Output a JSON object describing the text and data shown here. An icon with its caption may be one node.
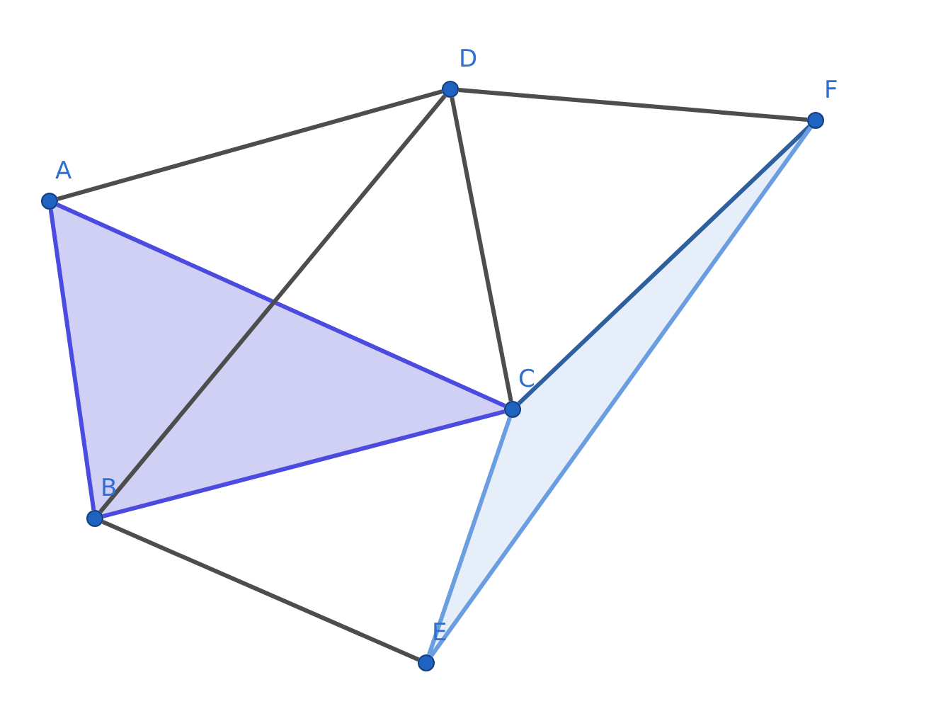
{
  "diagram": {
    "nodes": [
      {
        "text": [
          "A"
        ]
      },
      {
        "text": [
          "B"
        ]
      },
      {
        "text": [
          "C"
        ]
      },
      {
        "text": [
          "D"
        ]
      },
      {
        "text": [
          "E"
        ]
      },
      {
        "text": [
          "F"
        ]
      }
    ],
    "edges": [
      {
        "from": 0,
        "to": 3,
        "arrow": "none"
      },
      {
        "from": 3,
        "to": 5,
        "arrow": "none"
      },
      {
        "from": 0,
        "to": 1,
        "arrow": "none",
        "color": "#4b4be0"
      },
      {
        "from": 0,
        "to": 2,
        "arrow": "none",
        "color": "#4b4be0"
      },
      {
        "from": 1,
        "to": 2,
        "arrow": "none",
        "color": "#4b4be0"
      },
      {
        "from": 1,
        "to": 3,
        "arrow": "none"
      },
      {
        "from": 3,
        "to": 2,
        "arrow": "none"
      },
      {
        "from": 1,
        "to": 4,
        "arrow": "none"
      },
      {
        "from": 2,
        "to": 4,
        "arrow": "none",
        "color": "#6a9ee0"
      },
      {
        "from": 2,
        "to": 5,
        "arrow": "none",
        "color": "#2e5f9e"
      },
      {
        "from": 4,
        "to": 5,
        "arrow": "none",
        "color": "#6a9ee0"
      }
    ]
  }
}
